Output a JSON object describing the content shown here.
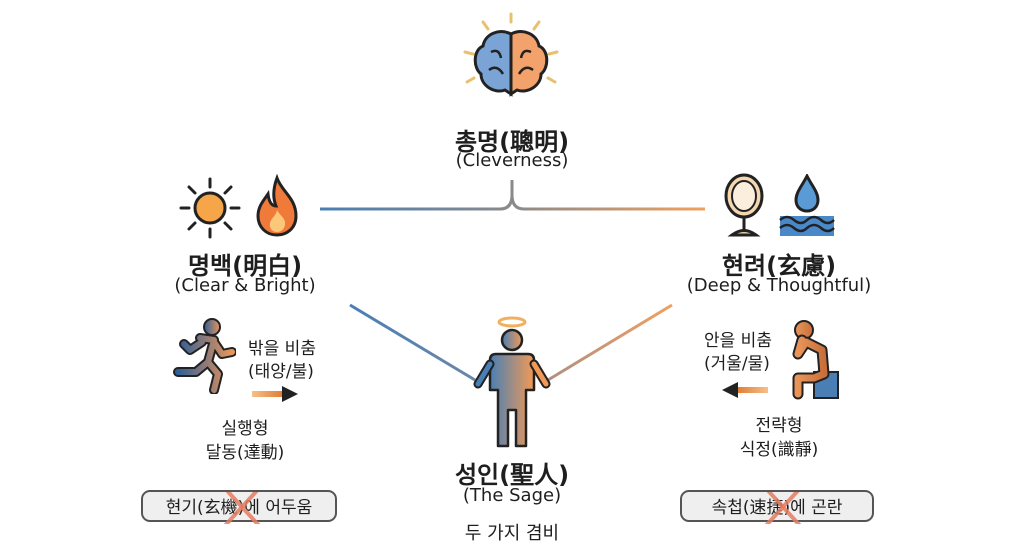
{
  "top": {
    "title": "총명(聰明)",
    "subtitle": "(Cleverness)",
    "icon": "brain-icon"
  },
  "left": {
    "title": "명백(明白)",
    "subtitle": "(Clear & Bright)",
    "icons": [
      "sun-icon",
      "flame-icon",
      "running-person-icon",
      "arrow-right-icon"
    ],
    "action_line1": "밖을 비춤",
    "action_line2": "(태양/불)",
    "type_line1": "실행형",
    "type_line2": "달동(達動)",
    "weakness": "현기(玄機)에 어두움"
  },
  "right": {
    "title": "현려(玄慮)",
    "subtitle": "(Deep & Thoughtful)",
    "icons": [
      "mirror-icon",
      "water-drop-icon",
      "thinking-person-icon",
      "arrow-left-icon"
    ],
    "action_line1": "안을 비춤",
    "action_line2": "(거울/물)",
    "type_line1": "전략형",
    "type_line2": "식정(識靜)",
    "weakness": "속첩(速捷)에 곤란"
  },
  "bottom": {
    "title": "성인(聖人)",
    "subtitle": "(The Sage)",
    "caption": "두 가지 겸비",
    "icon": "sage-halo-icon"
  },
  "colors": {
    "blue": "#4a7fb5",
    "orange": "#f0a060",
    "cross": "#e57c62",
    "text": "#1e1e1e"
  }
}
